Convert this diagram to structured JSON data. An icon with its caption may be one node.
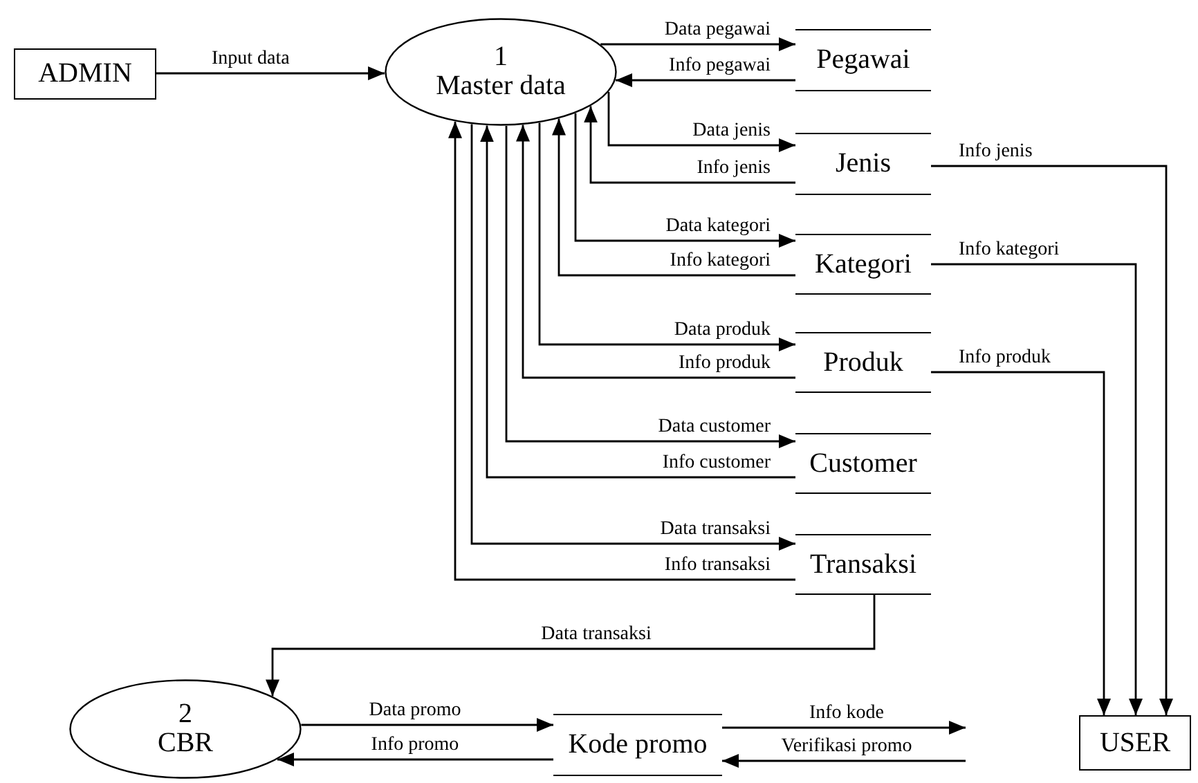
{
  "diagram": {
    "nodes": [
      {
        "text": [
          "ADMIN"
        ]
      },
      {
        "text": [
          "1",
          "Master data"
        ]
      },
      {
        "text": [
          "Pegawai"
        ]
      },
      {
        "text": [
          "Jenis"
        ]
      },
      {
        "text": [
          "Kategori"
        ]
      },
      {
        "text": [
          "Produk"
        ]
      },
      {
        "text": [
          "Customer"
        ]
      },
      {
        "text": [
          "Transaksi"
        ]
      },
      {
        "text": [
          "2",
          "CBR"
        ]
      },
      {
        "text": [
          "Kode promo"
        ]
      },
      {
        "text": [
          "USER"
        ]
      }
    ],
    "edges": [
      {
        "from": 0,
        "to": 1,
        "arrow": "to",
        "label": "Input data"
      },
      {
        "from": 1,
        "to": 2,
        "arrow": "to",
        "label": "Data pegawai"
      },
      {
        "from": 2,
        "to": 1,
        "arrow": "to",
        "label": "Info pegawai"
      },
      {
        "from": 1,
        "to": 3,
        "arrow": "to",
        "label": "Data jenis"
      },
      {
        "from": 3,
        "to": 1,
        "arrow": "to",
        "label": "Info jenis"
      },
      {
        "from": 1,
        "to": 4,
        "arrow": "to",
        "label": "Data kategori"
      },
      {
        "from": 4,
        "to": 1,
        "arrow": "to",
        "label": "Info kategori"
      },
      {
        "from": 1,
        "to": 5,
        "arrow": "to",
        "label": "Data produk"
      },
      {
        "from": 5,
        "to": 1,
        "arrow": "to",
        "label": "Info produk"
      },
      {
        "from": 1,
        "to": 6,
        "arrow": "to",
        "label": "Data customer"
      },
      {
        "from": 6,
        "to": 1,
        "arrow": "to",
        "label": "Info customer"
      },
      {
        "from": 1,
        "to": 7,
        "arrow": "to",
        "label": "Data transaksi"
      },
      {
        "from": 7,
        "to": 1,
        "arrow": "to",
        "label": "Info transaksi"
      },
      {
        "from": 3,
        "to": 10,
        "arrow": "to",
        "label": "Info jenis"
      },
      {
        "from": 4,
        "to": 10,
        "arrow": "to",
        "label": "Info kategori"
      },
      {
        "from": 5,
        "to": 10,
        "arrow": "to",
        "label": "Info produk"
      },
      {
        "from": 7,
        "to": 8,
        "arrow": "to",
        "label": "Data transaksi"
      },
      {
        "from": 8,
        "to": 9,
        "arrow": "to",
        "label": "Data promo"
      },
      {
        "from": 9,
        "to": 8,
        "arrow": "to",
        "label": "Info promo"
      },
      {
        "from": 9,
        "to": null,
        "arrow": "to",
        "label": "Info kode"
      },
      {
        "from": null,
        "to": 9,
        "arrow": "to",
        "label": "Verifikasi promo"
      }
    ]
  }
}
